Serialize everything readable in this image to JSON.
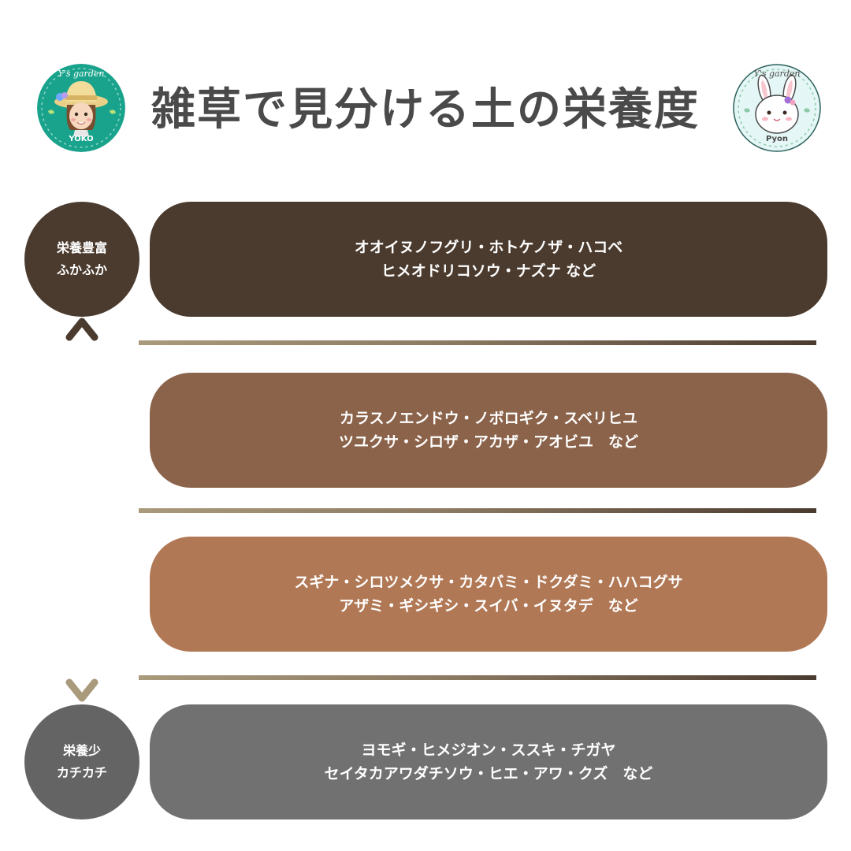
{
  "title": "雑草で見分ける土の栄養度",
  "logos": {
    "left": {
      "top_text": "Y's garden",
      "bottom_text": "YOKO",
      "icon": "woman-straw-hat-avatar"
    },
    "right": {
      "top_text": "Y's garden",
      "bottom_text": "Pyon",
      "icon": "white-rabbit-avatar"
    }
  },
  "scale": {
    "high": {
      "line1": "栄養豊富",
      "line2": "ふかふか"
    },
    "low": {
      "line1": "栄養少",
      "line2": "カチカチ"
    }
  },
  "levels": [
    {
      "line1": "オオイヌノフグリ・ホトケノザ・ハコベ",
      "line2": "ヒメオドリコソウ・ナズナ など",
      "color": "#4b3b2f"
    },
    {
      "line1": "カラスノエンドウ・ノボロギク・スベリヒユ",
      "line2": "ツユクサ・シロザ・アカザ・アオビユ　など",
      "color": "#8b634a"
    },
    {
      "line1": "スギナ・シロツメクサ・カタバミ・ドクダミ・ハハコグサ",
      "line2": "アザミ・ギシギシ・スイバ・イヌタデ　など",
      "color": "#b17855"
    },
    {
      "line1": "ヨモギ・ヒメジオン・ススキ・チガヤ",
      "line2": "セイタカアワダチソウ・ヒエ・アワ・クズ　など",
      "color": "#717171"
    }
  ],
  "colors": {
    "title": "#4a4a4a",
    "logo_left_bg": "#1aa38c",
    "logo_right_bg": "#e4f6f5",
    "arrow_top": "#4b3b2f",
    "arrow_bottom": "#a99a7c"
  }
}
